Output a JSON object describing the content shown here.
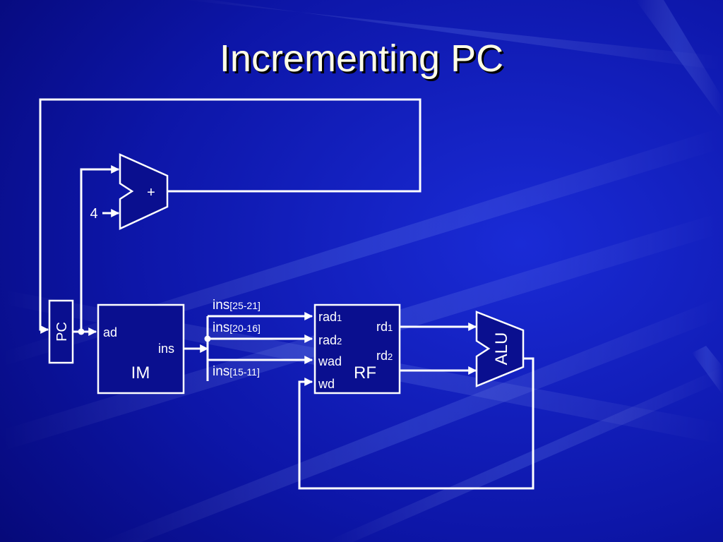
{
  "title": "Incrementing PC",
  "diagram": {
    "pc_label": "PC",
    "adder_label": "+",
    "constant_label": "4",
    "im": {
      "name": "IM",
      "port_ad": "ad",
      "port_ins": "ins"
    },
    "buses": {
      "bus1": {
        "prefix": "ins",
        "range": "[25-21]"
      },
      "bus2": {
        "prefix": "ins",
        "range": "[20-16]"
      },
      "bus3": {
        "prefix": "ins",
        "range": "[15-11]"
      }
    },
    "rf": {
      "name": "RF",
      "rad1": {
        "base": "rad",
        "sub": "1"
      },
      "rad2": {
        "base": "rad",
        "sub": "2"
      },
      "wad": "wad",
      "wd": "wd",
      "rd1": {
        "base": "rd",
        "sub": "1"
      },
      "rd2": {
        "base": "rd",
        "sub": "2"
      }
    },
    "alu_label": "ALU"
  },
  "colors": {
    "background": "#0b0f8c",
    "title": "#ffffe6",
    "lines": "#ffffff"
  }
}
